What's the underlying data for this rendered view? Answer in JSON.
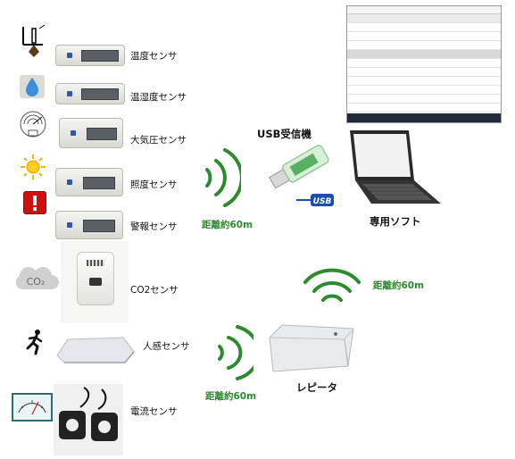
{
  "sensors": [
    {
      "name": "温度センサ",
      "icon": "thermometer-icon"
    },
    {
      "name": "温湿度センサ",
      "icon": "water-drop-icon"
    },
    {
      "name": "大気圧センサ",
      "icon": "barometer-icon"
    },
    {
      "name": "照度センサ",
      "icon": "sun-icon"
    },
    {
      "name": "警報センサ",
      "icon": "alarm-icon"
    },
    {
      "name": "CO2センサ",
      "icon": "co2-cloud-icon"
    },
    {
      "name": "人感センサ",
      "icon": "running-person-icon"
    },
    {
      "name": "電流センサ",
      "icon": "ammeter-icon"
    }
  ],
  "co2_cloud_text": "CO₂",
  "usb_receiver": "USB受信機",
  "usb_logo": "USB",
  "software": "専用ソフト",
  "repeater": "レピータ",
  "distances": {
    "upper": "距離約60m",
    "right": "距離約60m",
    "lower": "距離約60m"
  },
  "colors": {
    "signal": "#2e8a2e",
    "alarm": "#d01010",
    "sun": "#f5b400"
  }
}
